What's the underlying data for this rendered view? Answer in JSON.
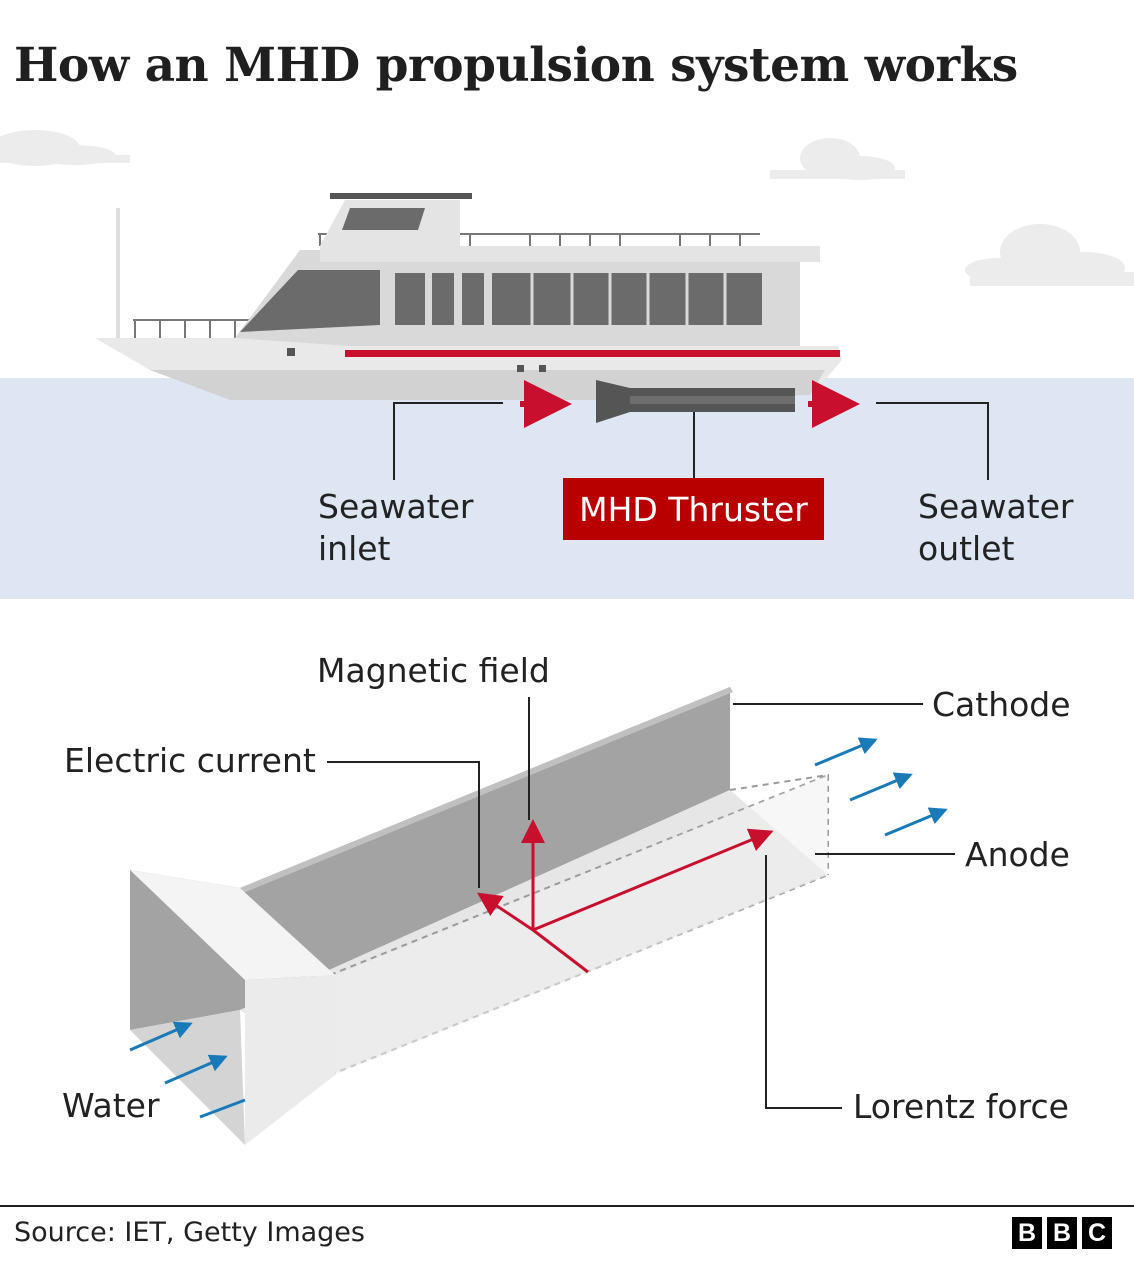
{
  "title": "How an MHD propulsion system works",
  "top_panel": {
    "inlet_label": "Seawater inlet",
    "thruster_label": "MHD Thruster",
    "outlet_label": "Seawater outlet"
  },
  "bottom_panel": {
    "magnetic_field_label": "Magnetic field",
    "cathode_label": "Cathode",
    "electric_current_label": "Electric current",
    "anode_label": "Anode",
    "water_label": "Water",
    "lorentz_force_label": "Lorentz force"
  },
  "footer": {
    "source": "Source: IET, Getty Images",
    "logo_letters": [
      "B",
      "B",
      "C"
    ]
  },
  "colors": {
    "sea": "#dde6f2",
    "accent_red": "#b80000",
    "arrow_red": "#c8102e",
    "water_arrow_blue": "#1a7ab8",
    "hull": "#e9e9e9",
    "window_dark": "#6b6b6b",
    "channel_wall": "#a3a3a3"
  }
}
